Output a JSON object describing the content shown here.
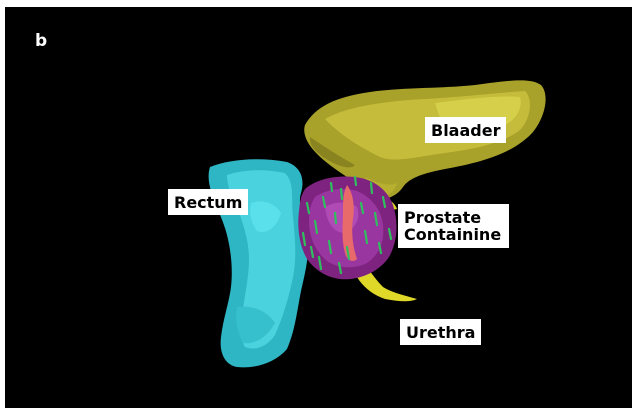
{
  "panel_letter": "b",
  "labels": {
    "bladder": "Blaader",
    "rectum": "Rectum",
    "prostate": [
      "Prostate",
      "Containine"
    ],
    "urethra": "Urethra"
  },
  "colors": {
    "background": "#000000",
    "bladder": "#b8b030",
    "rectum": "#3cc8d4",
    "prostate": "#8a2a8c",
    "urethra": "#e8e030",
    "seeds": "#30c060",
    "urethra_inner": "#f07070"
  }
}
